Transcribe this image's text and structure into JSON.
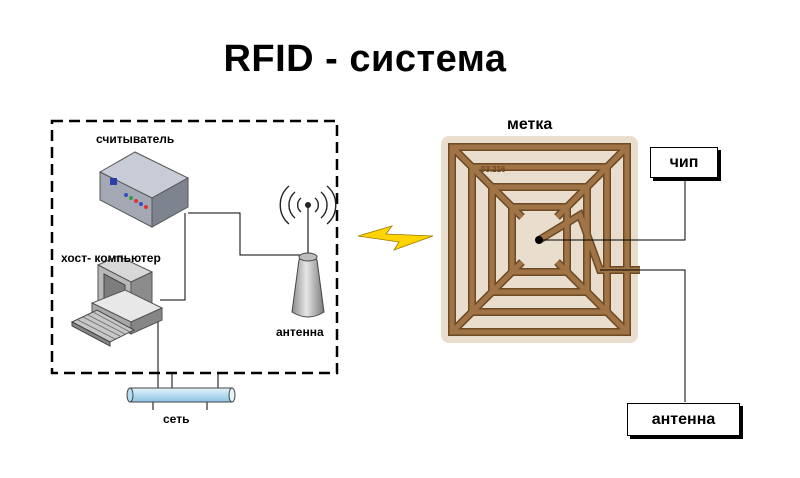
{
  "title": "RFID - система",
  "labels": {
    "reader": "считыватель",
    "host": "хост- компьютер",
    "antenna_small": "антенна",
    "network": "сеть",
    "tag": "метка",
    "chip": "чип",
    "antenna_box": "антенна",
    "tag_code": "03.216"
  },
  "colors": {
    "coil": "#a07446",
    "tag_bg": "#e9dece",
    "lightning": "#ffd400",
    "network_pipe": "#cce6f4"
  }
}
